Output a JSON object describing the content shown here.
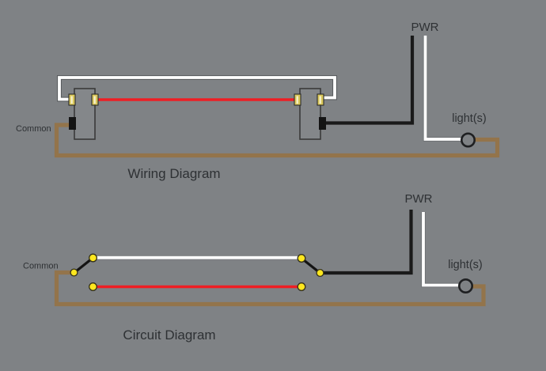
{
  "colors": {
    "background": "#7F8285",
    "wire_white": "#FFFFFF",
    "wire_white_casing": "#595C5F",
    "wire_red": "#EF1E24",
    "wire_black": "#1A1A1A",
    "wire_brown": "#93744B",
    "terminal_yellow": "#D9C75B",
    "terminal_highlight": "#F7F3D0",
    "dot_yellow": "#FFE71F",
    "switch_body": "#84878A",
    "switch_border": "#3A3A3A",
    "text": "#2E3134"
  },
  "wiring_diagram": {
    "title": "Wiring Diagram",
    "labels": {
      "common": "Common",
      "pwr": "PWR",
      "lights": "light(s)"
    }
  },
  "circuit_diagram": {
    "title": "Circuit Diagram",
    "labels": {
      "common": "Common",
      "pwr": "PWR",
      "lights": "light(s)"
    }
  }
}
